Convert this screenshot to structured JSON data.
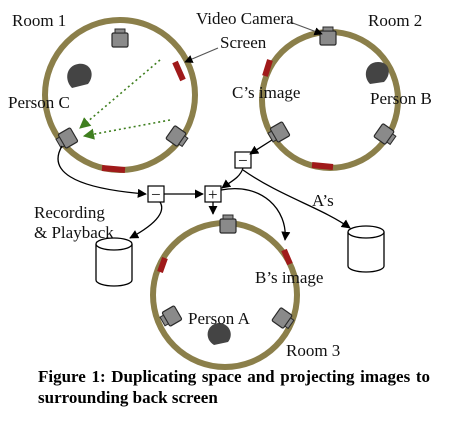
{
  "rooms": {
    "room1": "Room 1",
    "room2": "Room 2",
    "room3": "Room 3"
  },
  "people": {
    "person_a": "Person A",
    "person_b": "Person B",
    "person_c": "Person C"
  },
  "callouts": {
    "video_camera": "Video Camera",
    "screen": "Screen",
    "c_image": "C’s image",
    "a_image": "A’s",
    "b_image": "B’s image",
    "recording_line1": "Recording",
    "recording_line2": "& Playback"
  },
  "operators": {
    "minus": "−",
    "plus": "+"
  },
  "caption": "Figure 1: Duplicating space and projecting images to surrounding back screen",
  "colors": {
    "ring": "#8b7f4a",
    "screen": "#a01a1a",
    "camera": "#8a8a8a",
    "person": "#444444",
    "dotted_arrow": "#3f7f1f"
  }
}
